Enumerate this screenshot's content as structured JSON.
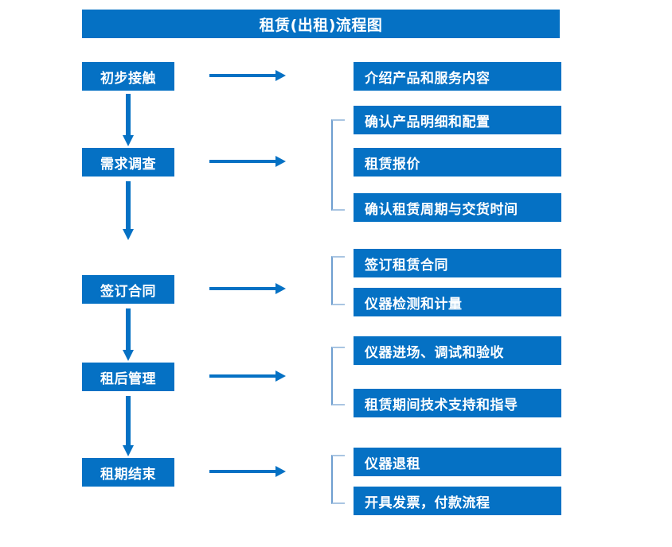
{
  "diagram": {
    "title": "租赁(出租)流程图",
    "accent_color": "#0571c4",
    "bracket_color": "#6f9fd0",
    "text_color": "#ffffff",
    "background_color": "#ffffff",
    "stages": [
      {
        "id": "stage-1",
        "label": "初步接触",
        "details": [
          "介绍产品和服务内容"
        ],
        "has_bracket": false
      },
      {
        "id": "stage-2",
        "label": "需求调查",
        "details": [
          "确认产品明细和配置",
          "租赁报价",
          "确认租赁周期与交货时间"
        ],
        "has_bracket": true
      },
      {
        "id": "stage-3",
        "label": "签订合同",
        "details": [
          "签订租赁合同",
          "仪器检测和计量"
        ],
        "has_bracket": true
      },
      {
        "id": "stage-4",
        "label": "租后管理",
        "details": [
          "仪器进场、调试和验收",
          "租赁期间技术支持和指导"
        ],
        "has_bracket": true
      },
      {
        "id": "stage-5",
        "label": "租期结束",
        "details": [
          "仪器退租",
          "开具发票，付款流程"
        ],
        "has_bracket": true
      }
    ],
    "connectors": {
      "down_arrow_name": "down-arrow-icon",
      "right_arrow_name": "right-arrow-icon",
      "bracket_name": "group-bracket"
    }
  }
}
